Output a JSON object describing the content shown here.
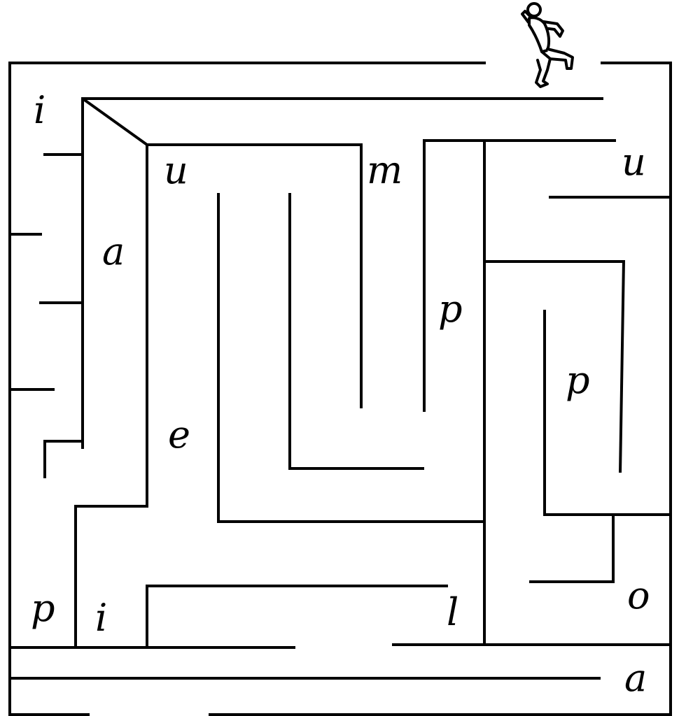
{
  "puzzle": {
    "type": "letter-maze",
    "runner_icon": "running-person-icon",
    "letters": [
      {
        "id": "letter-i-top-left",
        "char": "i"
      },
      {
        "id": "letter-u-1",
        "char": "u"
      },
      {
        "id": "letter-m",
        "char": "m"
      },
      {
        "id": "letter-u-2",
        "char": "u"
      },
      {
        "id": "letter-a-1",
        "char": "a"
      },
      {
        "id": "letter-p-1",
        "char": "p"
      },
      {
        "id": "letter-p-2",
        "char": "p"
      },
      {
        "id": "letter-e",
        "char": "e"
      },
      {
        "id": "letter-o",
        "char": "o"
      },
      {
        "id": "letter-p-3",
        "char": "p"
      },
      {
        "id": "letter-i-bottom",
        "char": "i"
      },
      {
        "id": "letter-l",
        "char": "l"
      },
      {
        "id": "letter-a-2",
        "char": "a"
      }
    ]
  }
}
